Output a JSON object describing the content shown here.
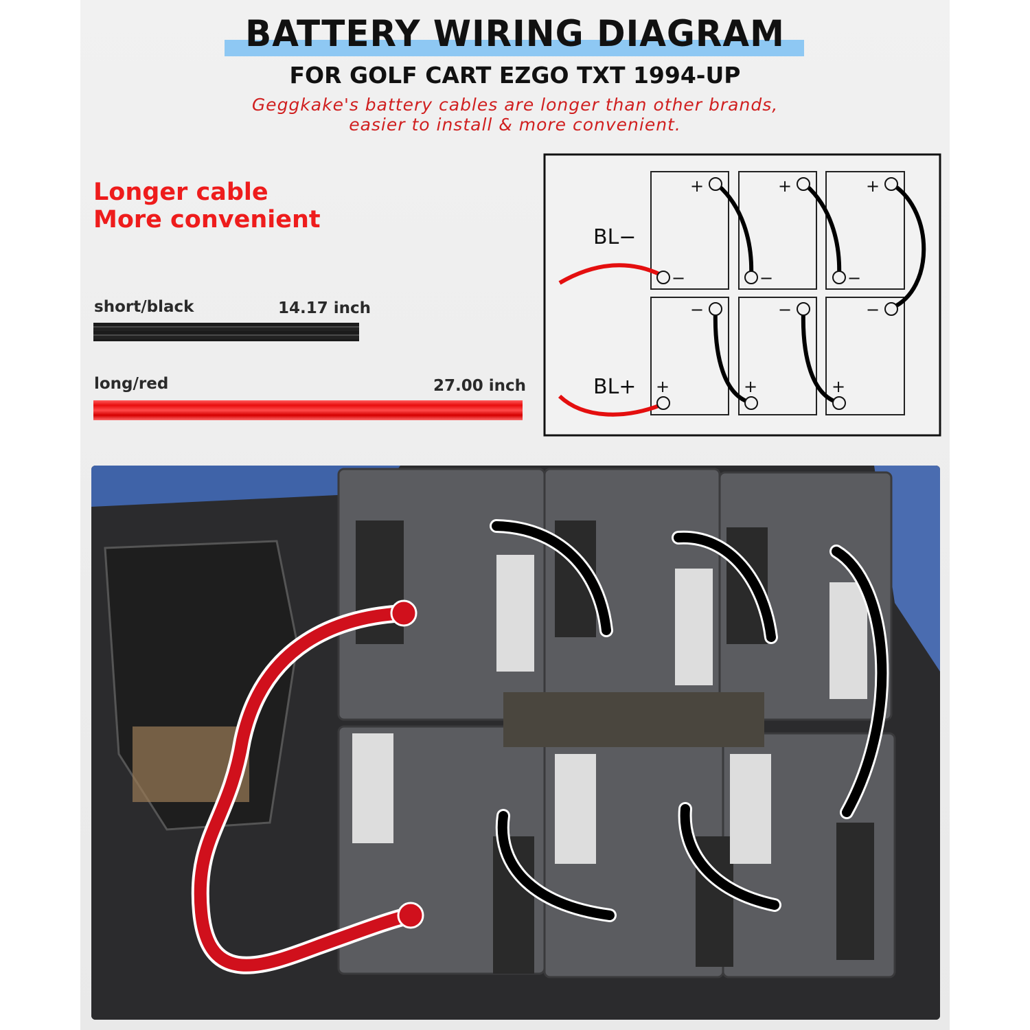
{
  "header": {
    "title": "BATTERY WIRING DIAGRAM",
    "subtitle": "FOR GOLF CART EZGO TXT 1994-UP",
    "tagline_line1": "Geggkake's battery cables are longer than other brands,",
    "tagline_line2": "easier to install & more convenient."
  },
  "callout": {
    "line1": "Longer cable",
    "line2": "More convenient"
  },
  "cables": [
    {
      "label": "short/black",
      "length": "14.17 inch",
      "color": "#1b1b1b"
    },
    {
      "label": "long/red",
      "length": "27.00 inch",
      "color": "#e80d0d"
    }
  ],
  "diagram": {
    "bl_minus": "BL−",
    "bl_plus": "BL+",
    "plus": "+",
    "minus": "−",
    "cable_colors": {
      "main": "#e40f0f",
      "jumper": "#000000"
    }
  },
  "colors": {
    "title_highlight": "#8ec8f3",
    "accent_red": "#ee1c1c"
  }
}
